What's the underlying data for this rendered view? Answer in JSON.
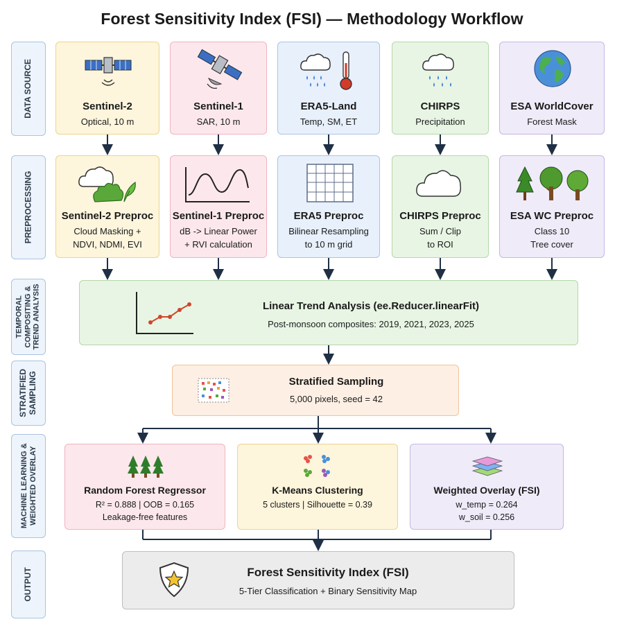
{
  "title": "Forest Sensitivity Index (FSI) — Methodology Workflow",
  "stages": {
    "data_source": "DATA SOURCE",
    "preprocessing": "PREPROCESSING",
    "temporal": "TEMPORAL\nCOMPOSITING &\nTREND ANALYSIS",
    "stratified": "STRATIFIED\nSAMPLING",
    "ml": "MACHINE LEARNING &\nWEIGHTED OVERLAY",
    "output": "OUTPUT"
  },
  "sources": [
    {
      "name": "Sentinel-2",
      "sub": "Optical, 10 m",
      "icon": "satellite-icon"
    },
    {
      "name": "Sentinel-1",
      "sub": "SAR, 10 m",
      "icon": "radar-satellite-icon"
    },
    {
      "name": "ERA5-Land",
      "sub": "Temp, SM, ET",
      "icon": "rain-thermometer-icon"
    },
    {
      "name": "CHIRPS",
      "sub": "Precipitation",
      "icon": "rain-cloud-icon"
    },
    {
      "name": "ESA WorldCover",
      "sub": "Forest Mask",
      "icon": "globe-icon"
    }
  ],
  "preproc": [
    {
      "name": "Sentinel-2 Preproc",
      "sub": "Cloud Masking +\nNDVI, NDMI, EVI",
      "icon": "cloud-vegetation-icon"
    },
    {
      "name": "Sentinel-1 Preproc",
      "sub": "dB -> Linear Power\n+ RVI calculation",
      "icon": "wave-graph-icon"
    },
    {
      "name": "ERA5 Preproc",
      "sub": "Bilinear Resampling\nto 10 m grid",
      "icon": "grid-icon"
    },
    {
      "name": "CHIRPS Preproc",
      "sub": "Sum / Clip\nto ROI",
      "icon": "cloud-icon"
    },
    {
      "name": "ESA WC Preproc",
      "sub": "Class 10\nTree cover",
      "icon": "trees-icon"
    }
  ],
  "trend": {
    "name": "Linear Trend Analysis (ee.Reducer.linearFit)",
    "sub": "Post-monsoon composites: 2019, 2021, 2023, 2025",
    "icon": "trend-chart-icon"
  },
  "sampling": {
    "name": "Stratified Sampling",
    "sub": "5,000 pixels, seed = 42",
    "icon": "pixel-sample-icon"
  },
  "ml": [
    {
      "name": "Random Forest Regressor",
      "sub": "R² = 0.888 | OOB = 0.165\nLeakage-free features",
      "icon": "forest-icon"
    },
    {
      "name": "K-Means Clustering",
      "sub": "5 clusters | Silhouette = 0.39",
      "icon": "clusters-icon"
    },
    {
      "name": "Weighted Overlay (FSI)",
      "sub": "w_temp = 0.264\nw_soil = 0.256",
      "icon": "layers-icon"
    }
  ],
  "output": {
    "name": "Forest Sensitivity Index (FSI)",
    "sub": "5-Tier Classification + Binary Sensitivity Map",
    "icon": "shield-star-icon"
  }
}
